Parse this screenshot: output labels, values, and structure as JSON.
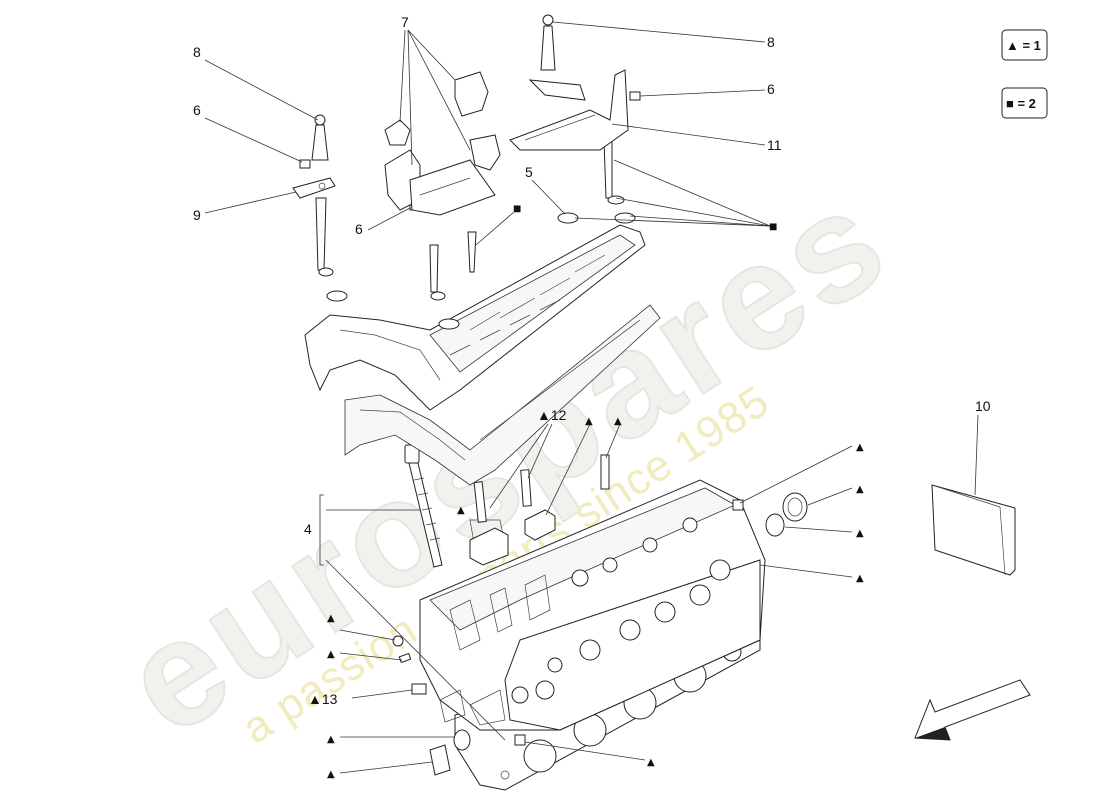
{
  "watermark": {
    "brand": "eurospares",
    "tagline": "a passion for parts since 1985",
    "color_brand": "#e9e9e4",
    "color_tagline": "#eee9b0"
  },
  "legend": {
    "triangle": "▲ = 1",
    "square": "■ = 2"
  },
  "callouts": {
    "c4": "4",
    "c5": "5",
    "c6a": "6",
    "c6b": "6",
    "c6c": "6",
    "c7": "7",
    "c8a": "8",
    "c8b": "8",
    "c9": "9",
    "c10": "10",
    "c11": "11",
    "c12": "▲12",
    "c13": "▲13"
  },
  "markers": {
    "square": "■",
    "triangle": "▲"
  },
  "icons": {
    "direction_arrow": "direction-arrow-icon"
  }
}
